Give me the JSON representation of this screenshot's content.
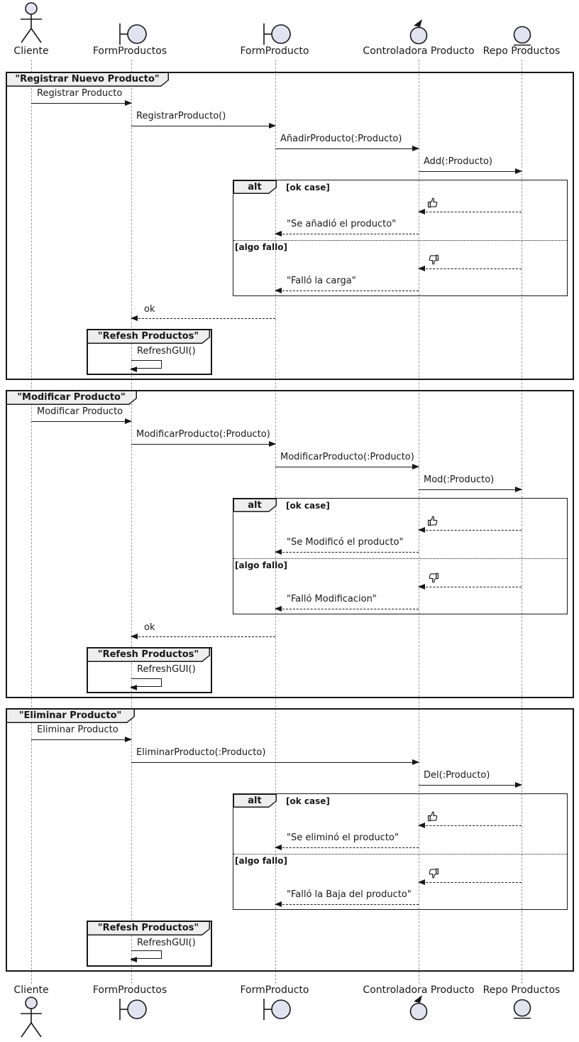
{
  "colors": {
    "participant_fill": "#E2E2F0",
    "line": "#181818",
    "frame_tab_fill": "#EEEEEE",
    "lifeline": "#9A9A9A"
  },
  "participants": [
    {
      "name": "Cliente",
      "icon": "actor-icon"
    },
    {
      "name": "FormProductos",
      "icon": "boundary-icon"
    },
    {
      "name": "FormProducto",
      "icon": "boundary-icon"
    },
    {
      "name": "Controladora Producto",
      "icon": "control-icon"
    },
    {
      "name": "Repo Productos",
      "icon": "entity-icon"
    }
  ],
  "frames": [
    {
      "title": "\"Registrar Nuevo Producto\"",
      "messages": [
        "Registrar Producto",
        "RegistrarProducto()",
        "AñadirProducto(:Producto)",
        "Add(:Producto)"
      ],
      "alt": {
        "operator": "alt",
        "guard_ok": "[ok case]",
        "guard_fail": "[algo fallo]",
        "ok_icon": "thumbs-up",
        "fail_icon": "thumbs-down",
        "ok_reply": "\"Se añadió el producto\"",
        "fail_reply": "\"Falló la carga\""
      },
      "ok_label": "ok",
      "refresh": {
        "title": "\"Refesh Productos\"",
        "message": "RefreshGUI()"
      }
    },
    {
      "title": "\"Modificar Producto\"",
      "messages": [
        "Modificar Producto",
        "ModificarProducto(:Producto)",
        "ModificarProducto(:Producto)",
        "Mod(:Producto)"
      ],
      "alt": {
        "operator": "alt",
        "guard_ok": "[ok case]",
        "guard_fail": "[algo fallo]",
        "ok_icon": "thumbs-up",
        "fail_icon": "thumbs-down",
        "ok_reply": "\"Se Modificó el producto\"",
        "fail_reply": "\"Falló Modificacion\""
      },
      "ok_label": "ok",
      "refresh": {
        "title": "\"Refesh Productos\"",
        "message": "RefreshGUI()"
      }
    },
    {
      "title": "\"Eliminar Producto\"",
      "messages": [
        "Eliminar Producto",
        "EliminarProducto(:Producto)",
        "Del(:Producto)"
      ],
      "alt": {
        "operator": "alt",
        "guard_ok": "[ok case]",
        "guard_fail": "[algo fallo]",
        "ok_icon": "thumbs-up",
        "fail_icon": "thumbs-down",
        "ok_reply": "\"Se eliminó el producto\"",
        "fail_reply": "\"Falló la Baja del producto\""
      },
      "refresh": {
        "title": "\"Refesh Productos\"",
        "message": "RefreshGUI()"
      }
    }
  ]
}
